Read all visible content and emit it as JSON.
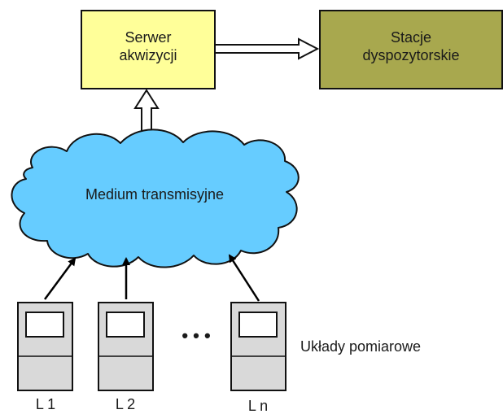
{
  "server": {
    "line1": "Serwer",
    "line2": "akwizycji",
    "fill": "#ffff99"
  },
  "stations": {
    "line1": "Stacje",
    "line2": "dyspozytorskie",
    "fill": "#a8a84e"
  },
  "cloud": {
    "label": "Medium transmisyjne",
    "fill": "#66ccff"
  },
  "devices": {
    "items": [
      {
        "label": "L 1"
      },
      {
        "label": "L 2"
      },
      {
        "label": "L n"
      }
    ],
    "ellipsis": "• • •",
    "group_label": "Układy pomiarowe"
  }
}
